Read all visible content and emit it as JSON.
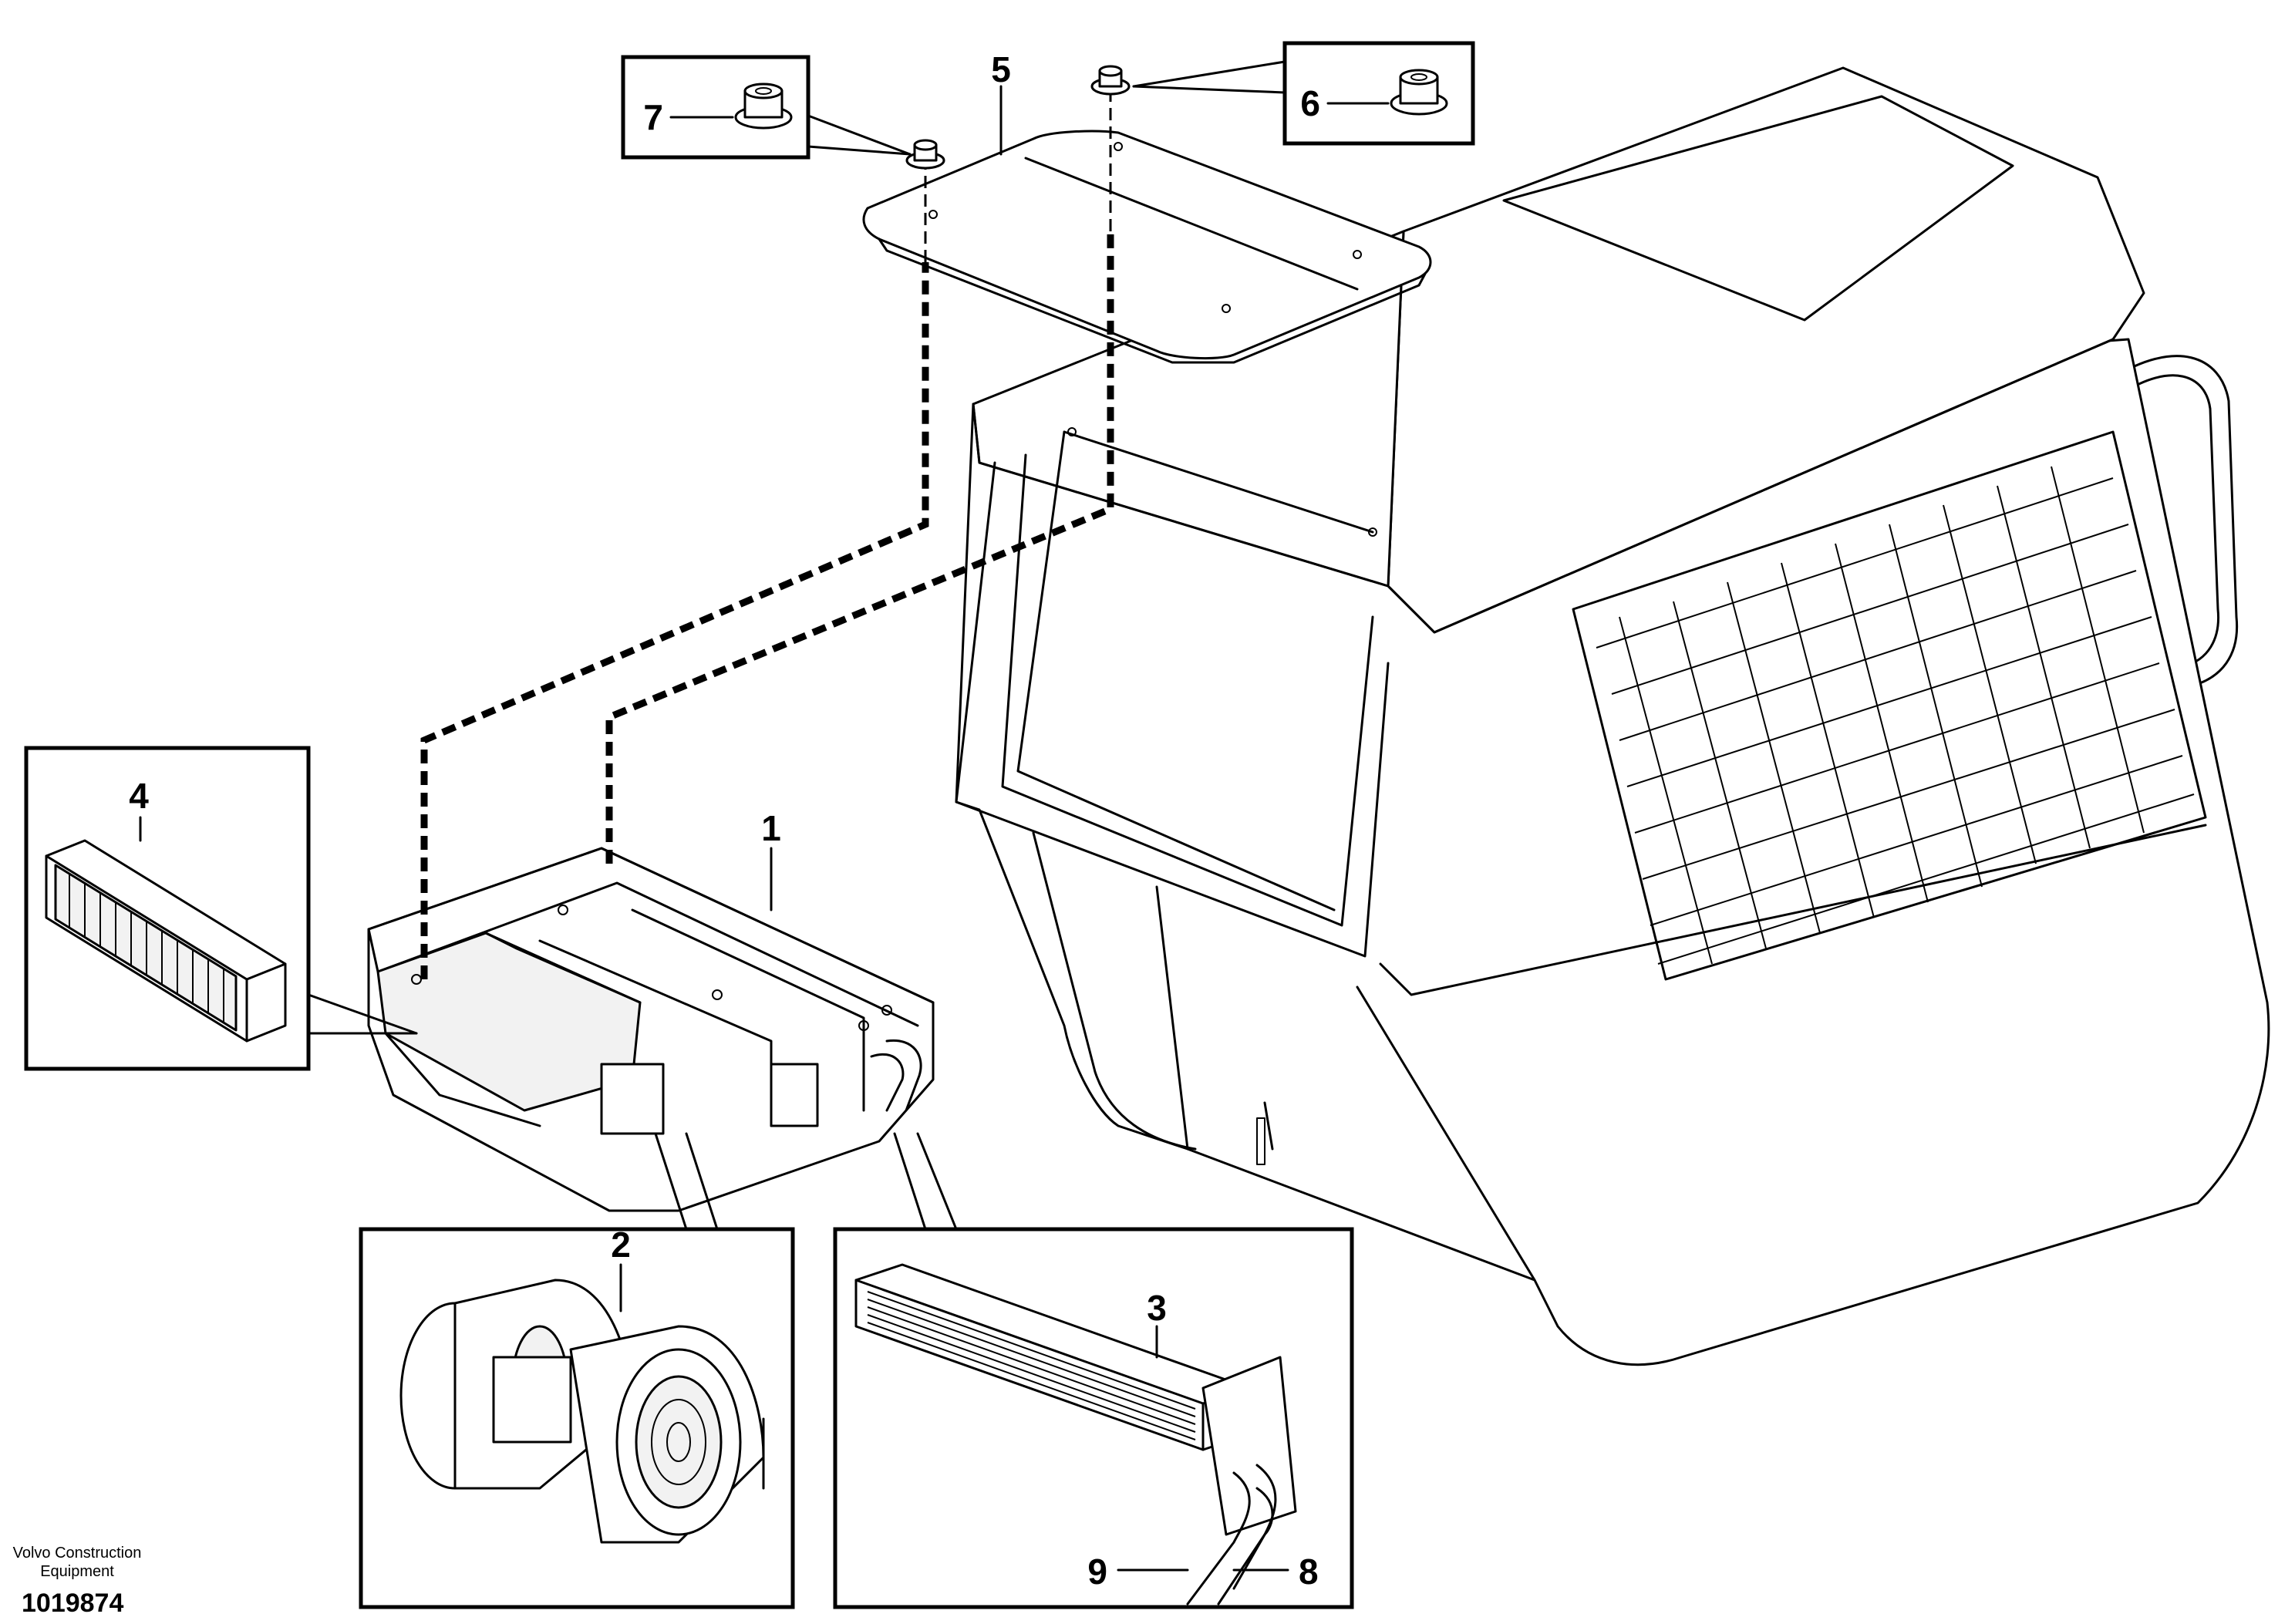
{
  "callouts": {
    "c1": "1",
    "c2": "2",
    "c3": "3",
    "c4": "4",
    "c5": "5",
    "c6": "6",
    "c7": "7",
    "c8": "8",
    "c9": "9"
  },
  "credit": {
    "line1": "Volvo Construction",
    "line2": "Equipment"
  },
  "document_number": "1019874"
}
